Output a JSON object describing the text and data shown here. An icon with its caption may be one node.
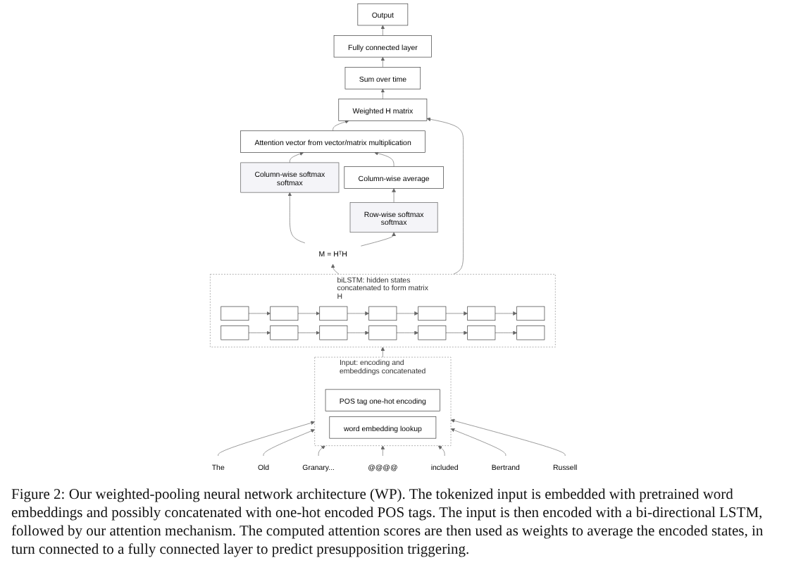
{
  "diagram": {
    "caption": "Figure 2: Our weighted-pooling neural network architecture (WP). The tokenized input is embedded with pretrained word embeddings and possibly concatenated with one-hot encoded POS tags. The input is then encoded with a bi-directional LSTM, followed by our attention mechanism. The computed attention scores are then used as weights to average the encoded states, in turn connected to a fully connected layer to predict presupposition triggering.",
    "nodes": [
      {
        "text": [
          "Column-wise softmax",
          "softmax"
        ]
      },
      {
        "text": [
          "Row-wise softmax",
          "softmax"
        ]
      },
      {
        "text": [
          "M = HᵀH"
        ]
      },
      {
        "text": [
          "Column-wise average"
        ]
      },
      {
        "text": [
          "Attention vector from vector/matrix multiplication"
        ]
      },
      {
        "text": [
          "biLSTM: hidden states concatenated to form matrix H"
        ]
      },
      {
        "text": [],
        "shape": "box",
        "in": 5
      },
      {
        "text": [],
        "shape": "box",
        "in": 5
      },
      {
        "text": [],
        "shape": "box",
        "in": 5
      },
      {
        "text": [],
        "shape": "box",
        "in": 5
      },
      {
        "text": [],
        "shape": "box",
        "in": 5
      },
      {
        "text": [],
        "shape": "box",
        "in": 5
      },
      {
        "text": [],
        "shape": "box",
        "in": 5
      },
      {
        "text": [],
        "shape": "box",
        "in": 5
      },
      {
        "text": [],
        "shape": "box",
        "in": 5
      },
      {
        "text": [],
        "shape": "box",
        "in": 5
      },
      {
        "text": [],
        "shape": "box",
        "in": 5
      },
      {
        "text": [],
        "shape": "box",
        "in": 5
      },
      {
        "text": [],
        "shape": "box",
        "in": 5
      },
      {
        "text": [],
        "shape": "box",
        "in": 5
      },
      {
        "text": [
          "Weighted H matrix"
        ]
      },
      {
        "text": [
          "Sum over time"
        ]
      },
      {
        "text": [
          "Fully connected layer"
        ]
      },
      {
        "text": [
          "Output"
        ]
      },
      {
        "text": [
          "Input: encoding and embeddings concatenated"
        ]
      },
      {
        "text": [
          "POS tag one-hot encoding"
        ],
        "in": 24
      },
      {
        "text": [
          "word embedding lookup"
        ],
        "in": 24
      },
      {
        "text": [
          "The"
        ]
      },
      {
        "text": [
          "Old"
        ]
      },
      {
        "text": [
          "Granary..."
        ]
      },
      {
        "text": [
          "@@@@"
        ]
      },
      {
        "text": [
          "included"
        ]
      },
      {
        "text": [
          "Bertrand"
        ]
      },
      {
        "text": [
          "Russell"
        ]
      }
    ],
    "edges": [
      {
        "from": 2,
        "to": 0,
        "arrow": "to"
      },
      {
        "from": 2,
        "to": 1,
        "arrow": "to"
      },
      {
        "from": 5,
        "to": 2,
        "arrow": "to"
      },
      {
        "from": 0,
        "to": 4,
        "arrow": "to"
      },
      {
        "from": 1,
        "to": 3,
        "arrow": "to"
      },
      {
        "from": 3,
        "to": 4,
        "arrow": "to"
      },
      {
        "from": 4,
        "to": 20,
        "arrow": "to"
      },
      {
        "from": 5,
        "to": 20,
        "arrow": "to"
      },
      {
        "from": 20,
        "to": 21,
        "arrow": "to"
      },
      {
        "from": 21,
        "to": 22,
        "arrow": "to"
      },
      {
        "from": 22,
        "to": 23,
        "arrow": "to"
      },
      {
        "from": 24,
        "to": 5,
        "arrow": "to"
      },
      {
        "from": 7,
        "to": 6,
        "arrow": "to"
      },
      {
        "from": 8,
        "to": 7,
        "arrow": "to"
      },
      {
        "from": 9,
        "to": 8,
        "arrow": "to"
      },
      {
        "from": 10,
        "to": 9,
        "arrow": "to"
      },
      {
        "from": 11,
        "to": 10,
        "arrow": "to"
      },
      {
        "from": 12,
        "to": 11,
        "arrow": "to"
      },
      {
        "from": 13,
        "to": 14,
        "arrow": "to"
      },
      {
        "from": 14,
        "to": 15,
        "arrow": "to"
      },
      {
        "from": 15,
        "to": 16,
        "arrow": "to"
      },
      {
        "from": 16,
        "to": 17,
        "arrow": "to"
      },
      {
        "from": 17,
        "to": 18,
        "arrow": "to"
      },
      {
        "from": 18,
        "to": 19,
        "arrow": "to"
      },
      {
        "from": 27,
        "to": 24,
        "arrow": "to"
      },
      {
        "from": 28,
        "to": 24,
        "arrow": "to"
      },
      {
        "from": 29,
        "to": 24,
        "arrow": "to"
      },
      {
        "from": 30,
        "to": 24,
        "arrow": "to"
      },
      {
        "from": 31,
        "to": 24,
        "arrow": "to"
      },
      {
        "from": 32,
        "to": 24,
        "arrow": "to"
      },
      {
        "from": 33,
        "to": 24,
        "arrow": "to"
      }
    ]
  }
}
